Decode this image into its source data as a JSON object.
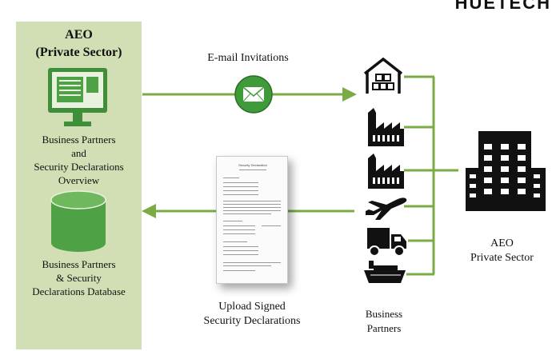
{
  "logo_text": "HUETECH",
  "aeo_panel": {
    "title_line1": "AEO",
    "title_line2": "(Private Sector)",
    "overview_line1": "Business Partners",
    "overview_line2": "and",
    "overview_line3": "Security Declarations",
    "overview_line4": "Overview",
    "database_line1": "Business Partners",
    "database_line2": "& Security",
    "database_line3": "Declarations Database"
  },
  "email_label": "E-mail  Invitations",
  "upload_label_line1": "Upload  Signed",
  "upload_label_line2": "Security Declarations",
  "partners_label_line1": "Business",
  "partners_label_line2": "Partners",
  "aeo_right_line1": "AEO",
  "aeo_right_line2": "Private Sector",
  "document": {
    "title": "Security Declaration"
  },
  "colors": {
    "panel_bg": "#d2dfb5",
    "accent_green": "#6fa83f",
    "dark_green": "#3f7a2a",
    "icon_dark": "#111111"
  },
  "partner_icons": [
    "warehouse-icon",
    "factory-icon",
    "factory-icon",
    "airplane-icon",
    "truck-icon",
    "ship-icon"
  ],
  "building_icon": "office-building-icon"
}
